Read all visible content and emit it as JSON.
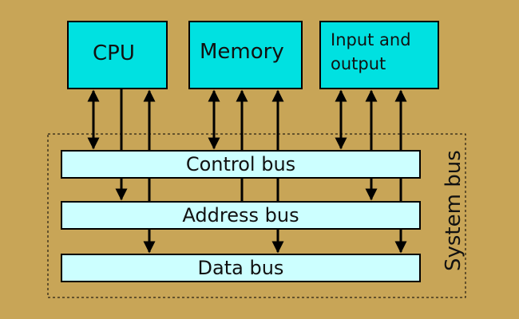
{
  "units": {
    "cpu": "CPU",
    "memory": "Memory",
    "io_line1": "Input and",
    "io_line2": "output"
  },
  "buses": {
    "control": "Control bus",
    "address": "Address bus",
    "data": "Data bus"
  },
  "system_bus_label": "System bus",
  "colors": {
    "background": "#c8a557",
    "unit_fill": "#00e1e1",
    "bus_fill": "#ccffff",
    "line": "#000000"
  }
}
